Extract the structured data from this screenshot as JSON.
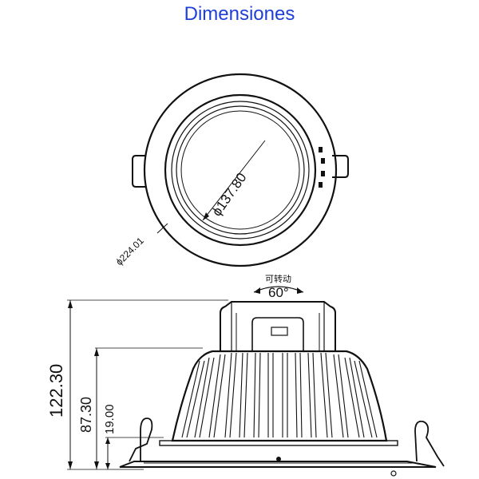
{
  "title": "Dimensiones",
  "top_view": {
    "inner_diameter": "ϕ137.80",
    "outer_diameter": "ϕ224.01"
  },
  "side_view": {
    "tilt_label": "可转动",
    "tilt_angle": "60°",
    "total_height": "122.30",
    "body_height": "87.30",
    "flange_height": "19.00"
  },
  "colors": {
    "title": "#1f3fd6",
    "line": "#111111"
  }
}
